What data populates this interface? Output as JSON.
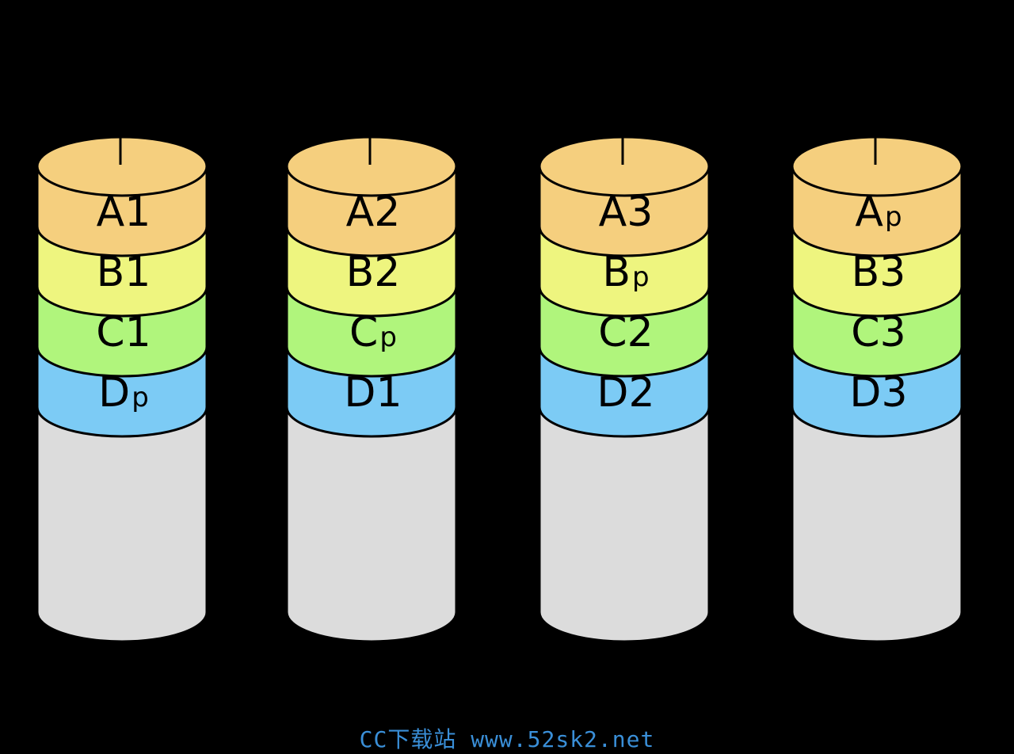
{
  "colors": {
    "background": "#000000",
    "outline": "#000000",
    "A": "#f5cf7e",
    "B": "#eef57f",
    "C": "#b0f57c",
    "D": "#7ccbf5",
    "body": "#dcdcdc",
    "watermark": "#3a8fd8"
  },
  "disks": [
    {
      "name": "disk-0",
      "segments": [
        {
          "row": "A",
          "base": "A",
          "index": "1",
          "parity": false
        },
        {
          "row": "B",
          "base": "B",
          "index": "1",
          "parity": false
        },
        {
          "row": "C",
          "base": "C",
          "index": "1",
          "parity": false
        },
        {
          "row": "D",
          "base": "D",
          "index": "p",
          "parity": true
        }
      ]
    },
    {
      "name": "disk-1",
      "segments": [
        {
          "row": "A",
          "base": "A",
          "index": "2",
          "parity": false
        },
        {
          "row": "B",
          "base": "B",
          "index": "2",
          "parity": false
        },
        {
          "row": "C",
          "base": "C",
          "index": "p",
          "parity": true
        },
        {
          "row": "D",
          "base": "D",
          "index": "1",
          "parity": false
        }
      ]
    },
    {
      "name": "disk-2",
      "segments": [
        {
          "row": "A",
          "base": "A",
          "index": "3",
          "parity": false
        },
        {
          "row": "B",
          "base": "B",
          "index": "p",
          "parity": true
        },
        {
          "row": "C",
          "base": "C",
          "index": "2",
          "parity": false
        },
        {
          "row": "D",
          "base": "D",
          "index": "2",
          "parity": false
        }
      ]
    },
    {
      "name": "disk-3",
      "segments": [
        {
          "row": "A",
          "base": "A",
          "index": "p",
          "parity": true
        },
        {
          "row": "B",
          "base": "B",
          "index": "3",
          "parity": false
        },
        {
          "row": "C",
          "base": "C",
          "index": "3",
          "parity": false
        },
        {
          "row": "D",
          "base": "D",
          "index": "3",
          "parity": false
        }
      ]
    }
  ],
  "watermark": "CC下载站 www.52sk2.net"
}
